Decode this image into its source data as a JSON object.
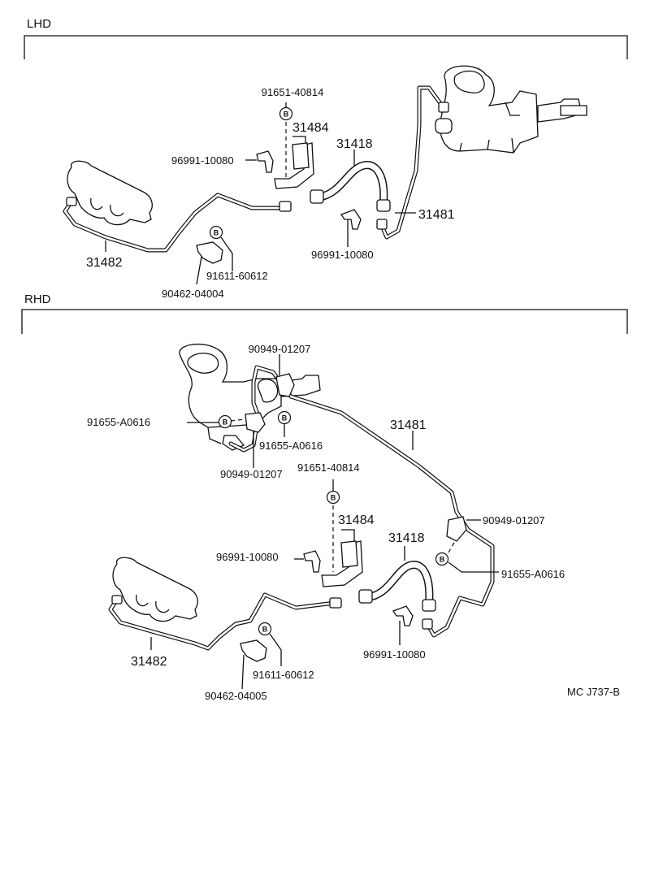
{
  "sections": {
    "lhd": "LHD",
    "rhd": "RHD"
  },
  "badge_letter": "B",
  "figure_code": "MC J737-B",
  "lhd_labels": {
    "bolt_top": "91651-40814",
    "bracket": "31484",
    "hose": "31418",
    "clip_left": "96991-10080",
    "pipe_right": "31481",
    "clip_right": "96991-10080",
    "pipe_left": "31482",
    "bolt_bottom": "91611-60612",
    "clamp": "90462-04004"
  },
  "rhd_labels": {
    "union_bolt_top": "90949-01207",
    "bolt_left": "91655-A0616",
    "pipe_right": "31481",
    "bolt_center": "91655-A0616",
    "union_bolt_bottom": "90949-01207",
    "bolt_top": "91651-40814",
    "bracket": "31484",
    "hose": "31418",
    "union_bolt_right": "90949-01207",
    "clip_left": "96991-10080",
    "bolt_right": "91655-A0616",
    "pipe_left": "31482",
    "bolt_bottom": "91611-60612",
    "clip_right": "96991-10080",
    "clamp": "90462-04005"
  }
}
